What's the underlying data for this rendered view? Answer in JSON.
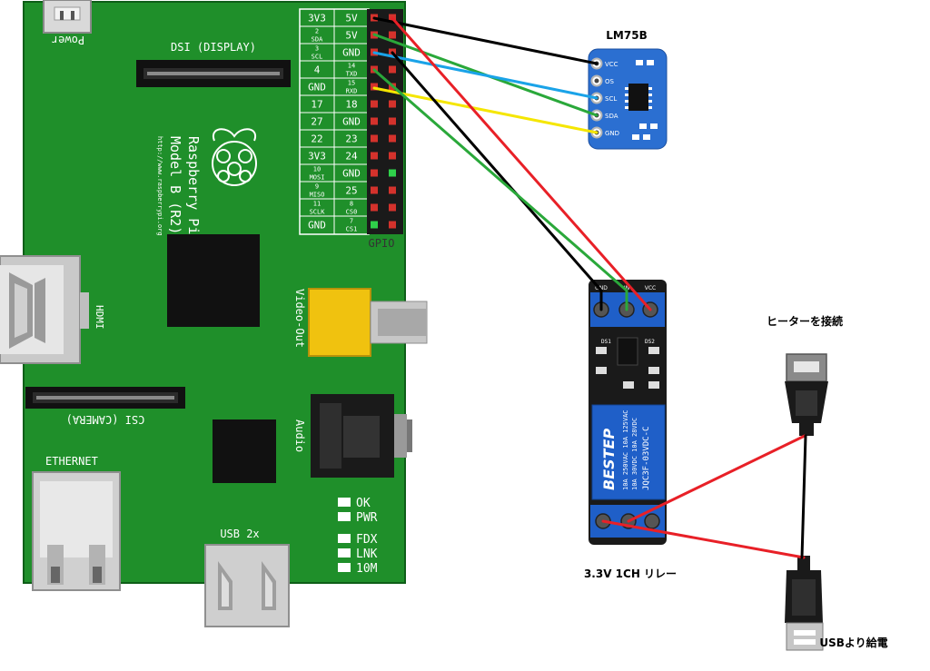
{
  "board": {
    "power_label": "Power",
    "dsi_label": "DSI (DISPLAY)",
    "brand_line1": "Raspberry Pi",
    "brand_line2": "Model B (R2)",
    "brand_url": "http://www.raspberrypi.org",
    "hdmi_label": "HDMI",
    "csi_label": "CSI (CAMERA)",
    "video_label": "Video-Out",
    "audio_label": "Audio",
    "ethernet_label": "ETHERNET",
    "usb_label": "USB 2x",
    "gpio_label": "GPIO",
    "leds": [
      "OK",
      "PWR",
      "FDX",
      "LNK",
      "10M"
    ],
    "gpio_rows": [
      {
        "left": "3V3",
        "right": "5V"
      },
      {
        "left_num": "2",
        "left": "SDA",
        "right": "5V"
      },
      {
        "left_num": "3",
        "left": "SCL",
        "right": "GND"
      },
      {
        "left": "4",
        "right_num": "14",
        "right": "TXD"
      },
      {
        "left": "GND",
        "right_num": "15",
        "right": "RXD"
      },
      {
        "left": "17",
        "right": "18"
      },
      {
        "left": "27",
        "right": "GND"
      },
      {
        "left": "22",
        "right": "23"
      },
      {
        "left": "3V3",
        "right": "24"
      },
      {
        "left_num": "10",
        "left": "MOSI",
        "right": "GND"
      },
      {
        "left_num": "9",
        "left": "MISO",
        "right": "25"
      },
      {
        "left_num": "11",
        "left": "SCLK",
        "right_num": "8",
        "right": "CS0"
      },
      {
        "left": "GND",
        "right_num": "7",
        "right": "CS1"
      }
    ]
  },
  "sensor": {
    "title": "LM75B",
    "pins": [
      "VCC",
      "OS",
      "SCL",
      "SDA",
      "GND"
    ]
  },
  "relay": {
    "caption": "3.3V 1CH リレー",
    "brand": "BESTEP",
    "spec_lines": [
      "10A 250VAC 10A 125VAC",
      "10A 30VDC 10A 28VDC"
    ],
    "model": "JQC3F-03VDC-C",
    "terminal_labels": [
      "GND",
      "IN",
      "VCC"
    ],
    "led_labels": [
      "DS1",
      "DS2"
    ]
  },
  "usb_female_caption": "ヒーターを接続",
  "usb_male_caption": "USBより給電",
  "colors": {
    "board": "#1f8f2a",
    "board_edge": "#0e5e18",
    "sensor": "#2b6fd1",
    "relay_blue": "#1f5fc8",
    "wire_black": "#000000",
    "wire_red": "#e82027",
    "wire_green": "#2aa83a",
    "wire_blue": "#1aa3e8",
    "wire_yellow": "#f5e600"
  }
}
